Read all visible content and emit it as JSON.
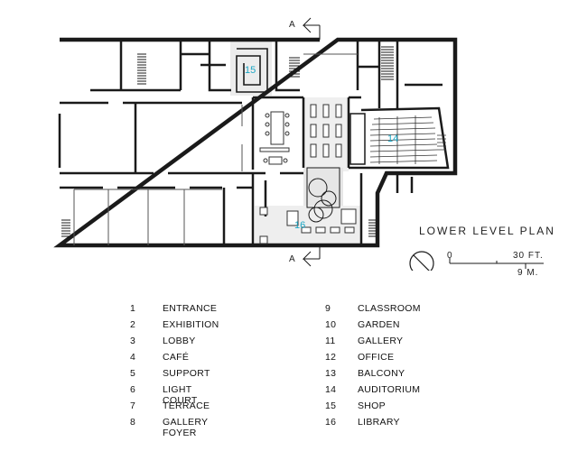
{
  "plan": {
    "title": "LOWER LEVEL PLAN",
    "section_marker": "A",
    "scale": {
      "start": "0",
      "feet": "30 FT.",
      "meters": "9 M."
    },
    "room_tags": [
      "15",
      "14",
      "16"
    ],
    "colors": {
      "wall": "#1a1a1a",
      "highlight": "#1aa6c4",
      "floor_tint": "#ececec"
    }
  },
  "legend": {
    "left": [
      {
        "num": "1",
        "name": "ENTRANCE"
      },
      {
        "num": "2",
        "name": "EXHIBITION"
      },
      {
        "num": "3",
        "name": "LOBBY"
      },
      {
        "num": "4",
        "name": "CAFÉ"
      },
      {
        "num": "5",
        "name": "SUPPORT"
      },
      {
        "num": "6",
        "name": "LIGHT COURT"
      },
      {
        "num": "7",
        "name": "TERRACE"
      },
      {
        "num": "8",
        "name": "GALLERY FOYER"
      }
    ],
    "right": [
      {
        "num": "9",
        "name": "CLASSROOM"
      },
      {
        "num": "10",
        "name": "GARDEN"
      },
      {
        "num": "11",
        "name": "GALLERY"
      },
      {
        "num": "12",
        "name": "OFFICE"
      },
      {
        "num": "13",
        "name": "BALCONY"
      },
      {
        "num": "14",
        "name": "AUDITORIUM"
      },
      {
        "num": "15",
        "name": "SHOP"
      },
      {
        "num": "16",
        "name": "LIBRARY"
      }
    ]
  }
}
